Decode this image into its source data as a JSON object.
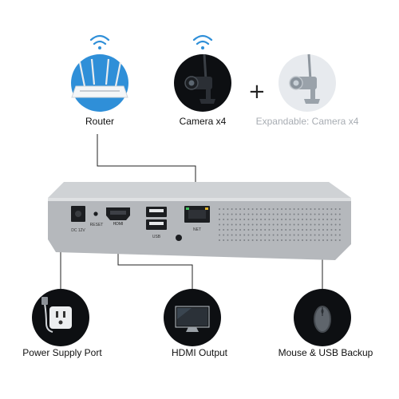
{
  "top": {
    "router_label": "Router",
    "camera_label": "Camera x4",
    "plus": "+",
    "expandable_label": "Expandable: Camera x4"
  },
  "device": {
    "ports": {
      "dc": "DC 12V",
      "reset": "RESET",
      "usb": "USB",
      "net": "NET",
      "hdmi": "HDMI"
    }
  },
  "bottom": {
    "power_label": "Power Supply Port",
    "hdmi_label": "HDMI Output",
    "mouse_label": "Mouse & USB Backup"
  },
  "colors": {
    "wifi": "#2f8fd8",
    "device_body": "#bfc2c6",
    "device_front": "#a9acb0",
    "circle_bg": "#0d0f12",
    "faded_text": "#a8adb3"
  }
}
